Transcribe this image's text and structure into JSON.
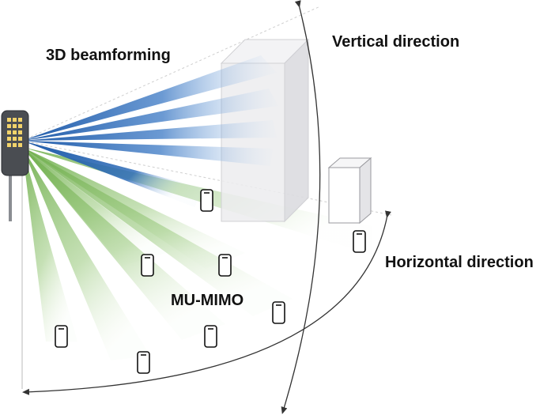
{
  "labels": {
    "beamforming_3d": "3D beamforming",
    "vertical_direction": "Vertical direction",
    "horizontal_direction": "Horizontal direction",
    "mu_mimo": "MU-MIMO"
  },
  "icons": {
    "base_station": "antenna-panel-icon",
    "user_device": "smartphone-icon",
    "tall_building": "building-icon",
    "small_building": "building-icon"
  },
  "colors": {
    "vertical_beam": "#1f5aa8",
    "horizontal_beam": "#7fba5c",
    "arc": "#333333",
    "building_fill": "#ececef",
    "antenna_body": "#4a4d52",
    "antenna_element": "#f2d36b"
  },
  "beams": {
    "vertical_count": 5,
    "horizontal_count": 7
  }
}
